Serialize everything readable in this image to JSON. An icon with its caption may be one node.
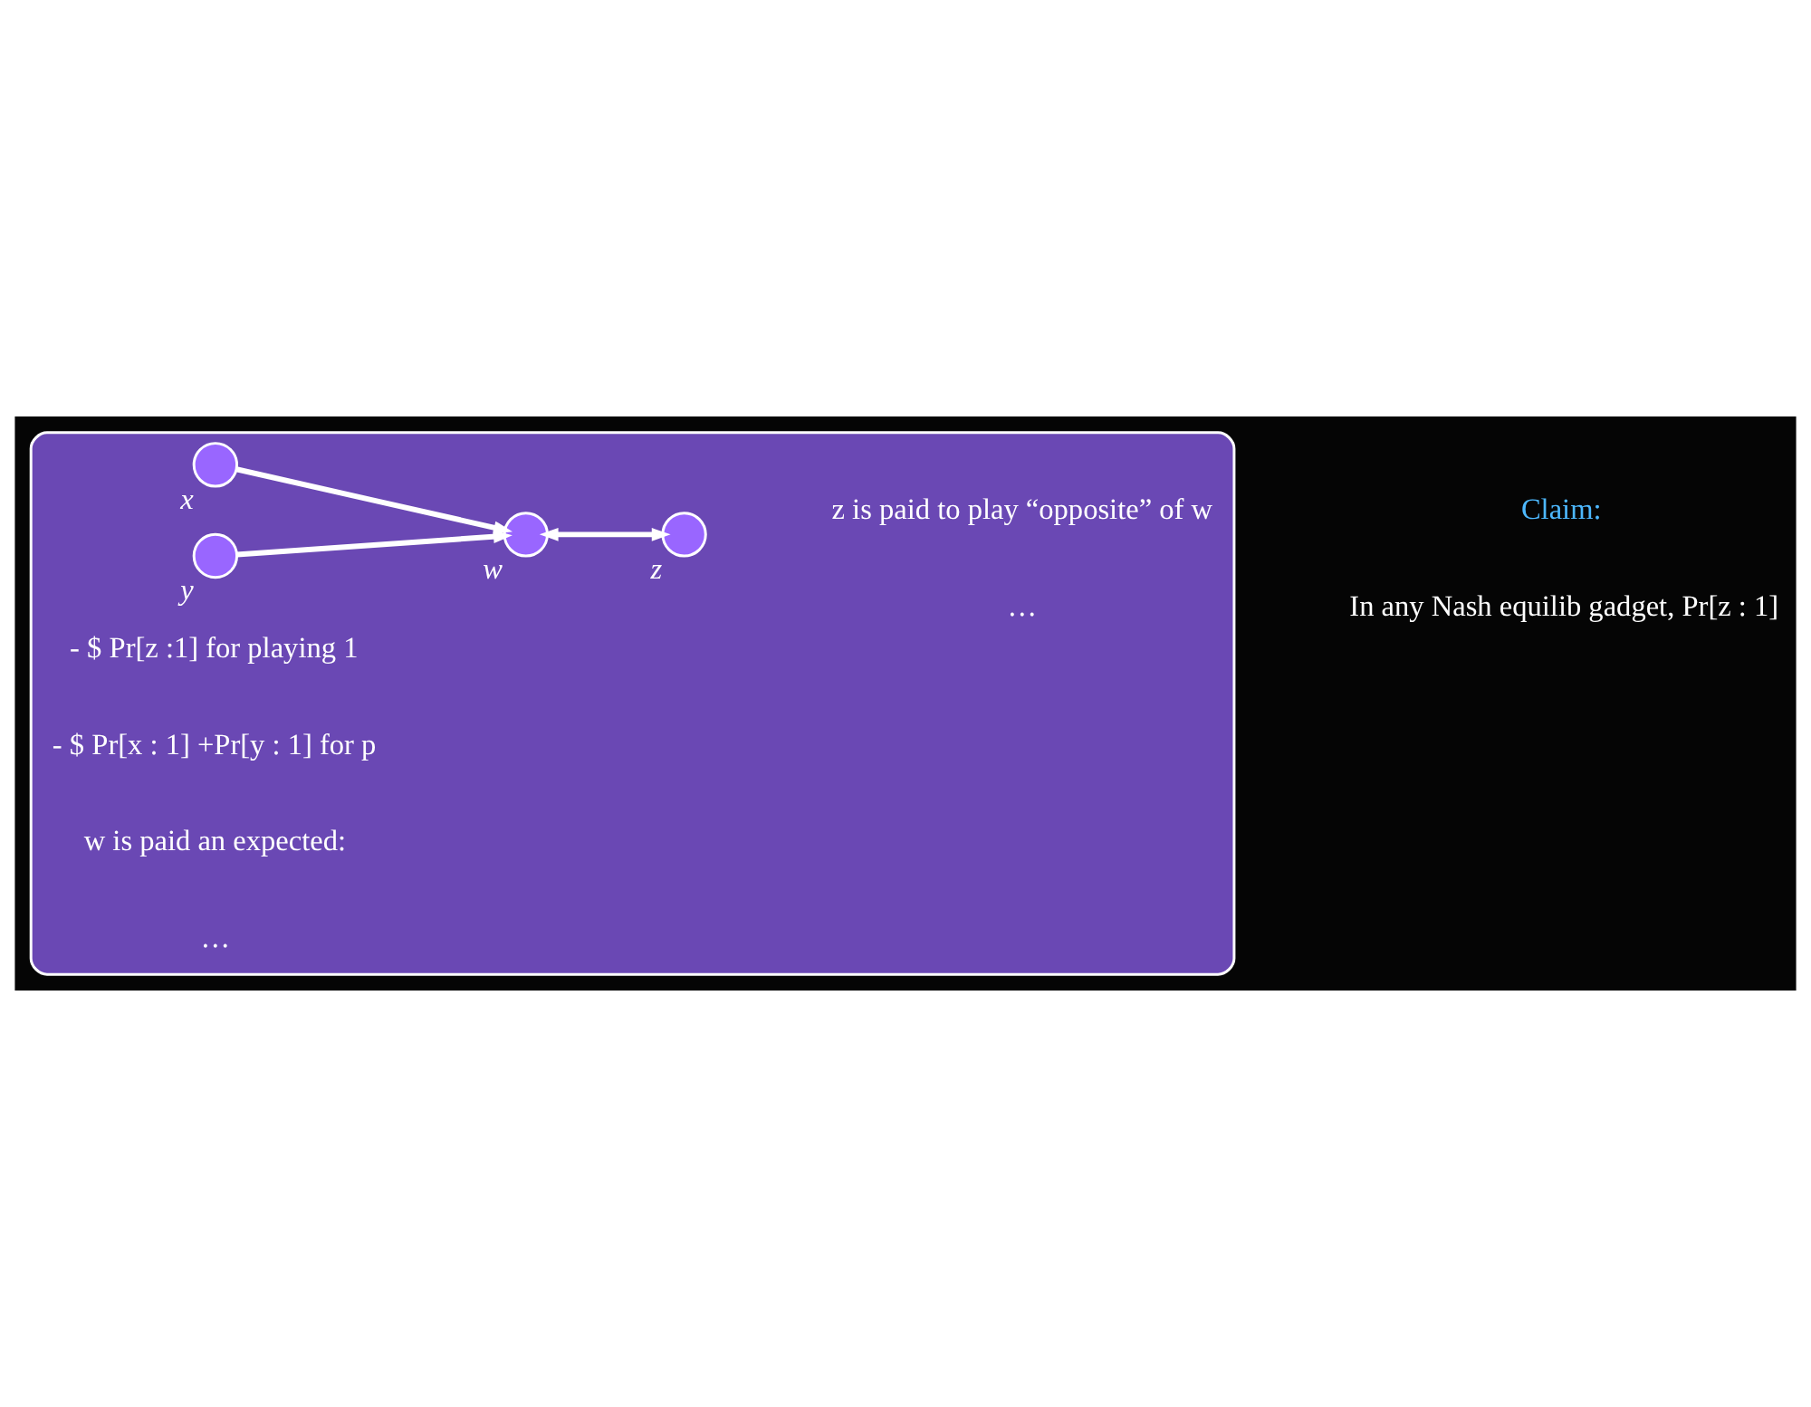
{
  "diagram": {
    "nodes": [
      {
        "text": [],
        "shape": "cloud"
      },
      {
        "text": [],
        "shape": "circle",
        "in": 0,
        "beside": [
          "*x*"
        ]
      },
      {
        "text": [],
        "shape": "circle",
        "in": 0,
        "beside": [
          "*w*"
        ]
      },
      {
        "text": [],
        "shape": "circle",
        "in": 0,
        "beside": [
          "*y*"
        ]
      },
      {
        "text": [],
        "shape": "circle",
        "in": 0,
        "beside": [
          "*z*"
        ]
      }
    ],
    "edges": [
      {
        "from": 1,
        "to": 2,
        "arrow": "to"
      },
      {
        "from": 3,
        "to": 2,
        "arrow": "to"
      },
      {
        "from": 2,
        "to": 4,
        "arrow": "both"
      }
    ],
    "labels": [
      "w is paid an expected:",
      "- $ Pr[x : 1] +Pr[y : 1] for p",
      "- $ Pr[z :1] for playing 1",
      "…",
      "…",
      "z is paid to play “opposite” of w",
      "Claim:",
      "In any Nash equilib gadget, Pr[z : 1]"
    ]
  }
}
